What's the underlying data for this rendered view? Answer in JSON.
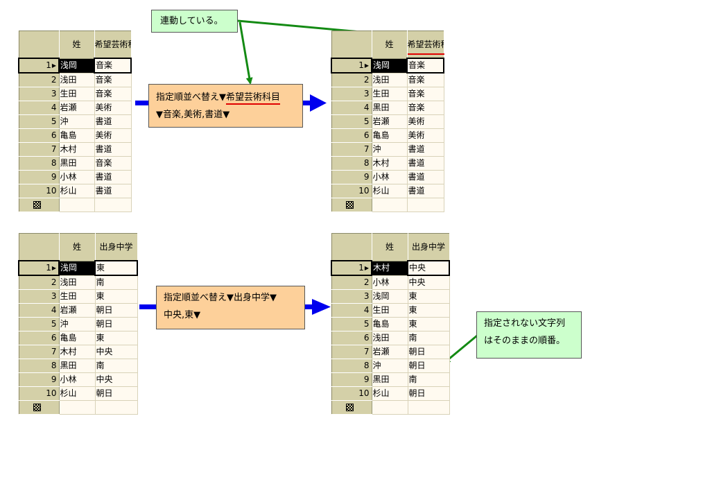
{
  "tables": [
    {
      "id": "top-left",
      "headers": [
        "",
        "姓",
        "希望芸術科目"
      ],
      "rows": [
        [
          "1",
          "浅岡",
          "音楽"
        ],
        [
          "2",
          "浅田",
          "音楽"
        ],
        [
          "3",
          "生田",
          "音楽"
        ],
        [
          "4",
          "岩瀬",
          "美術"
        ],
        [
          "5",
          "沖",
          "書道"
        ],
        [
          "6",
          "亀島",
          "美術"
        ],
        [
          "7",
          "木村",
          "書道"
        ],
        [
          "8",
          "黒田",
          "音楽"
        ],
        [
          "9",
          "小林",
          "書道"
        ],
        [
          "10",
          "杉山",
          "書道"
        ]
      ]
    },
    {
      "id": "top-right",
      "headers": [
        "",
        "姓",
        "希望芸術科目"
      ],
      "rows": [
        [
          "1",
          "浅岡",
          "音楽"
        ],
        [
          "2",
          "浅田",
          "音楽"
        ],
        [
          "3",
          "生田",
          "音楽"
        ],
        [
          "4",
          "黒田",
          "音楽"
        ],
        [
          "5",
          "岩瀬",
          "美術"
        ],
        [
          "6",
          "亀島",
          "美術"
        ],
        [
          "7",
          "沖",
          "書道"
        ],
        [
          "8",
          "木村",
          "書道"
        ],
        [
          "9",
          "小林",
          "書道"
        ],
        [
          "10",
          "杉山",
          "書道"
        ]
      ]
    },
    {
      "id": "bottom-left",
      "headers": [
        "",
        "姓",
        "出身中学"
      ],
      "rows": [
        [
          "1",
          "浅岡",
          "東"
        ],
        [
          "2",
          "浅田",
          "南"
        ],
        [
          "3",
          "生田",
          "東"
        ],
        [
          "4",
          "岩瀬",
          "朝日"
        ],
        [
          "5",
          "沖",
          "朝日"
        ],
        [
          "6",
          "亀島",
          "東"
        ],
        [
          "7",
          "木村",
          "中央"
        ],
        [
          "8",
          "黒田",
          "南"
        ],
        [
          "9",
          "小林",
          "中央"
        ],
        [
          "10",
          "杉山",
          "朝日"
        ]
      ]
    },
    {
      "id": "bottom-right",
      "headers": [
        "",
        "姓",
        "出身中学"
      ],
      "rows": [
        [
          "1",
          "木村",
          "中央"
        ],
        [
          "2",
          "小林",
          "中央"
        ],
        [
          "3",
          "浅岡",
          "東"
        ],
        [
          "4",
          "生田",
          "東"
        ],
        [
          "5",
          "亀島",
          "東"
        ],
        [
          "6",
          "浅田",
          "南"
        ],
        [
          "7",
          "岩瀬",
          "朝日"
        ],
        [
          "8",
          "沖",
          "朝日"
        ],
        [
          "9",
          "黒田",
          "南"
        ],
        [
          "10",
          "杉山",
          "朝日"
        ]
      ]
    }
  ],
  "callouts": {
    "linked": "連動している。",
    "sort1_line1_prefix": "指定順並べ替え▼",
    "sort1_line1_field": "希望芸術科目",
    "sort1_line2": "▼音楽,美術,書道▼",
    "sort2_line1": "指定順並べ替え▼出身中学▼",
    "sort2_line2": "中央,東▼",
    "note_line1": "指定されない文字列",
    "note_line2": "はそのままの順番。"
  },
  "colors": {
    "sort_arrow": "#0000ee",
    "pointer_arrow": "#138a13",
    "highlight": "#e00000"
  }
}
